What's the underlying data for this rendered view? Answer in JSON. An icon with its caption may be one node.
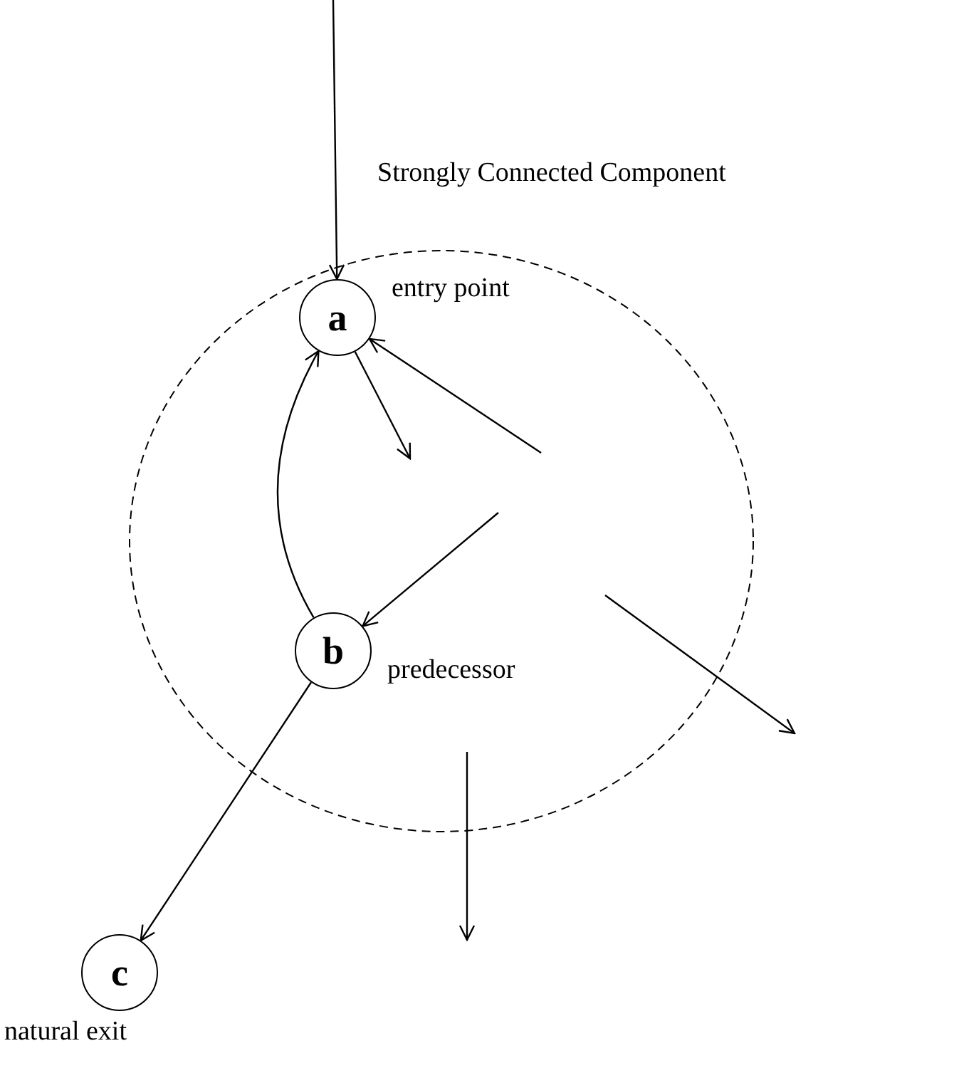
{
  "diagram": {
    "nodes": [
      {
        "text": [
          "Strongly Connected Component"
        ]
      },
      {
        "text": [
          "a"
        ],
        "in": 0,
        "beside": [
          "entry point"
        ]
      },
      {
        "text": [
          "b"
        ],
        "in": 0,
        "beside": [
          "predecessor"
        ]
      },
      {
        "text": [
          "c"
        ],
        "beside": [
          "natural exit"
        ]
      }
    ],
    "edges": [
      {
        "from": null,
        "to": 1,
        "arrow": "to"
      },
      {
        "from": 1,
        "to": null,
        "arrow": "to"
      },
      {
        "from": null,
        "to": 1,
        "arrow": "to"
      },
      {
        "from": null,
        "to": 2,
        "arrow": "to"
      },
      {
        "from": 2,
        "to": 1,
        "arrow": "to"
      },
      {
        "from": 2,
        "to": 3,
        "arrow": "to"
      }
    ]
  }
}
